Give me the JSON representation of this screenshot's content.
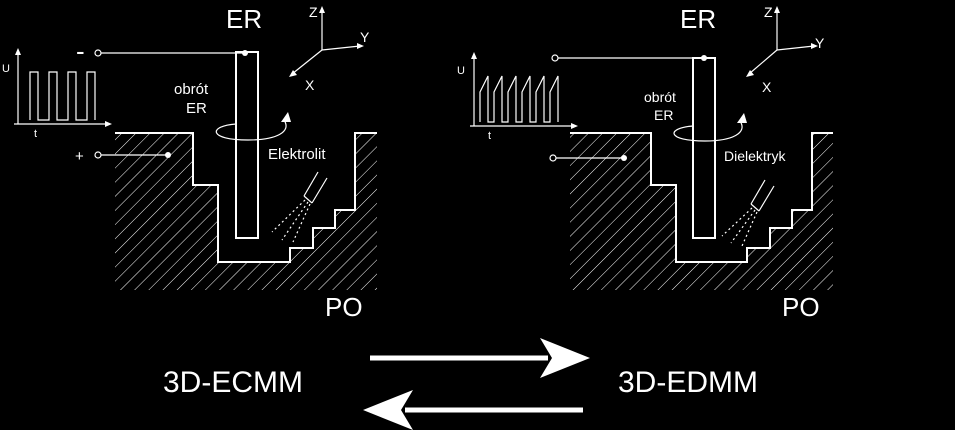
{
  "left_diagram": {
    "electrode_label": "ER",
    "workpiece_label": "PO",
    "rotation_label_line1": "obrót",
    "rotation_label_line2": "ER",
    "fluid_label": "Elektrolit",
    "axis_z": "Z",
    "axis_y": "Y",
    "axis_x": "X",
    "signal_u": "U",
    "signal_t": "t",
    "minus_sign": "-",
    "plus_sign": "+"
  },
  "right_diagram": {
    "electrode_label": "ER",
    "workpiece_label": "PO",
    "rotation_label_line1": "obrót",
    "rotation_label_line2": "ER",
    "fluid_label": "Dielektryk",
    "axis_z": "Z",
    "axis_y": "Y",
    "axis_x": "X",
    "signal_u": "U",
    "signal_t": "t"
  },
  "process_left": "3D-ECMM",
  "process_right": "3D-EDMM",
  "colors": {
    "background": "#000000",
    "foreground": "#ffffff"
  }
}
